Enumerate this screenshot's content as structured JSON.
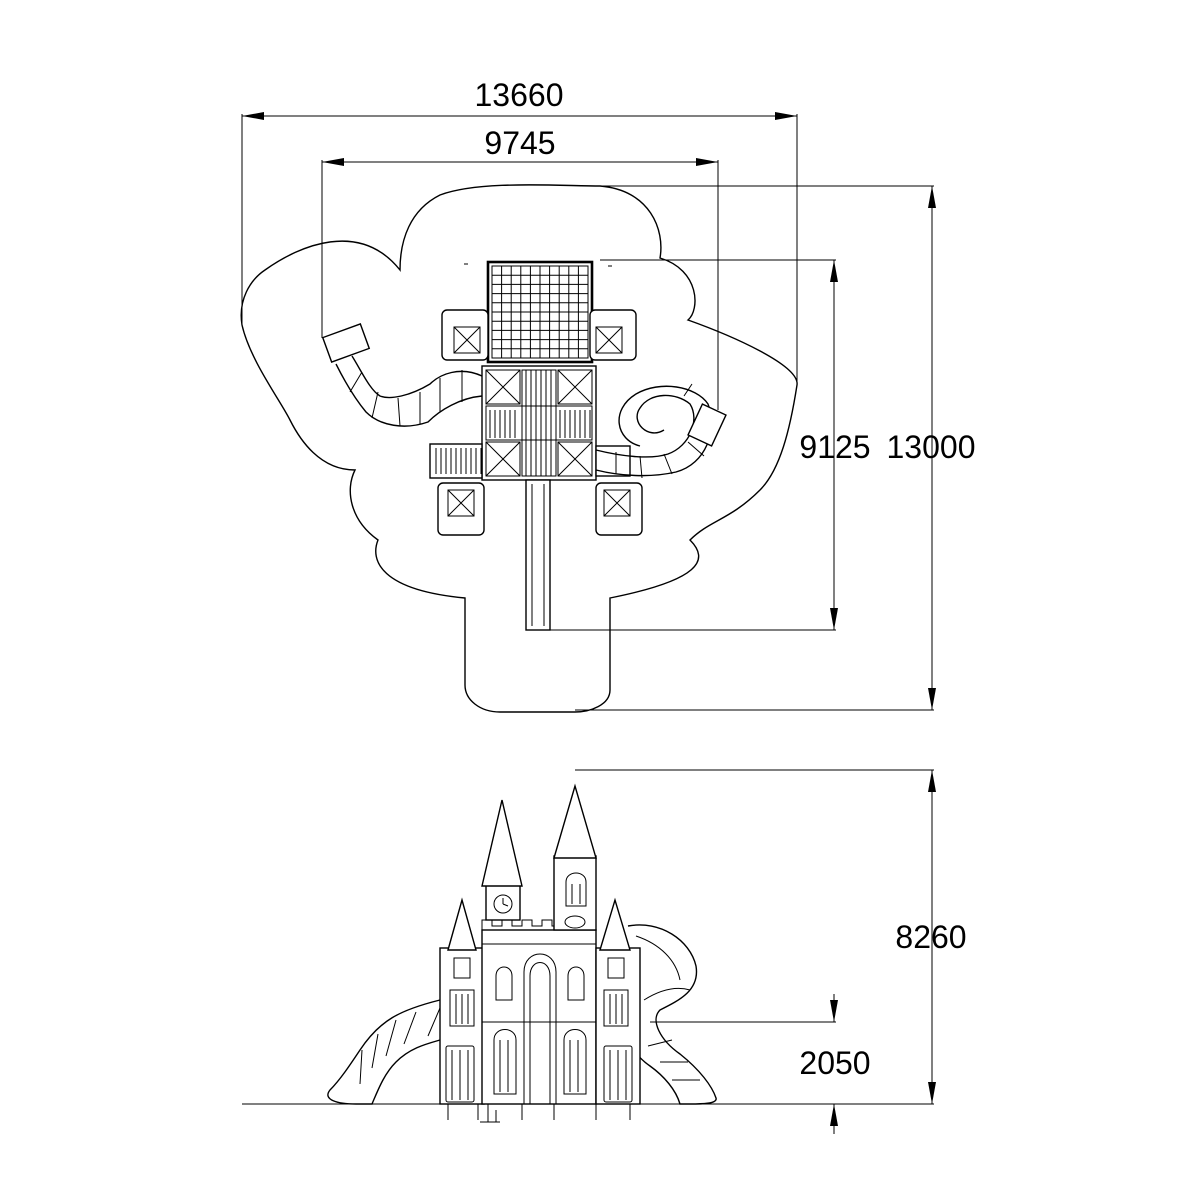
{
  "drawing": {
    "plan_view": {
      "overall_width": "13660",
      "inner_width": "9745",
      "inner_depth": "9125",
      "overall_depth": "13000"
    },
    "elevation_view": {
      "total_height": "8260",
      "platform_height": "2050"
    }
  }
}
